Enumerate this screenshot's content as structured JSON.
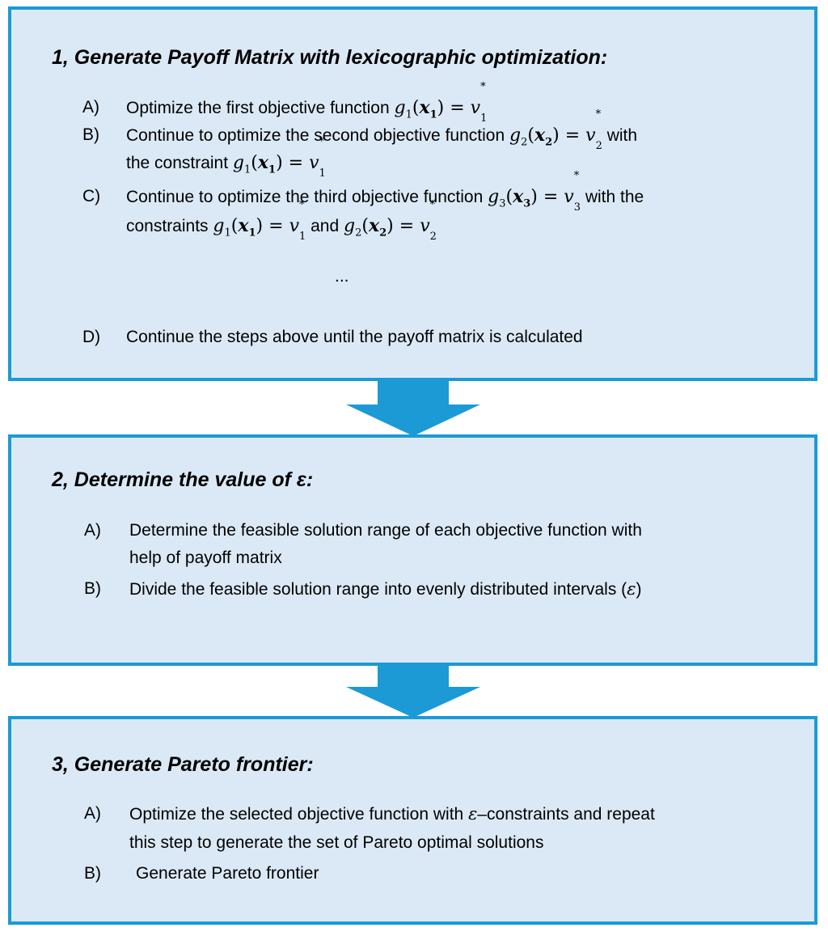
{
  "steps": [
    {
      "title": "1, Generate Payoff Matrix with lexicographic optimization:",
      "items": [
        {
          "label": "A)",
          "text": "Optimize the first objective function"
        },
        {
          "label": "B)",
          "text_1": "Continue to optimize the second objective function",
          "text_2": "with",
          "text_3": "the constraint"
        },
        {
          "label": "C)",
          "text_1": "Continue to optimize the third objective function",
          "text_2": "with the",
          "text_3": "constraints",
          "text_4": "and"
        },
        {
          "label": "D)",
          "text": "Continue the steps above until the payoff matrix is calculated"
        }
      ],
      "ellipsis": "..."
    },
    {
      "title": "2, Determine the value of ε:",
      "items": [
        {
          "label": "A)",
          "text_1": "Determine the feasible solution range of each objective function with",
          "text_2": "help of payoff matrix"
        },
        {
          "label": "B)",
          "text_1": "Divide the feasible solution range into evenly distributed intervals (",
          "symbol": "ε",
          "text_2": ")"
        }
      ]
    },
    {
      "title": "3, Generate Pareto frontier:",
      "items": [
        {
          "label": "A)",
          "text_1": "Optimize the selected objective function with",
          "symbol": "ε",
          "text_2": "–constraints and repeat",
          "text_3": "this step to generate the set of Pareto optimal solutions"
        },
        {
          "label": "B)",
          "text": "Generate Pareto frontier"
        }
      ]
    }
  ],
  "math": {
    "g": "g",
    "x": "x",
    "v": "v",
    "eq": "=",
    "lp": "(",
    "rp": ")",
    "star": "*",
    "idx1": "1",
    "idx2": "2",
    "idx3": "3"
  },
  "colors": {
    "box_fill": "#dbe9f6",
    "box_border": "#1b9ad6",
    "arrow_fill": "#1b9ad6"
  }
}
